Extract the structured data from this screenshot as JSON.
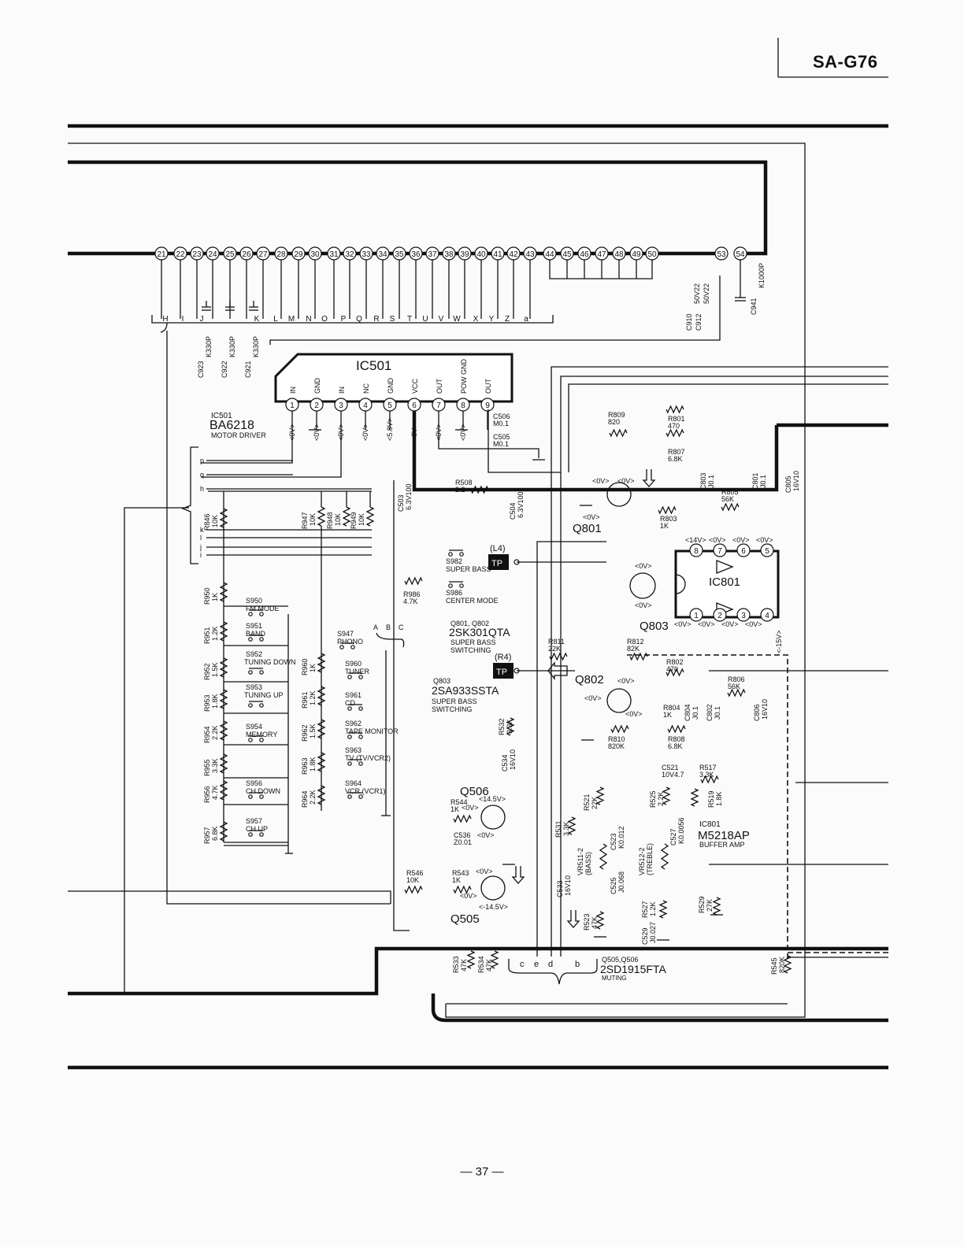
{
  "header": {
    "model": "SA-G76"
  },
  "footer": {
    "page_number": "— 37 —"
  },
  "connector": {
    "pins": [
      "21",
      "22",
      "23",
      "24",
      "25",
      "26",
      "27",
      "28",
      "29",
      "30",
      "31",
      "32",
      "33",
      "34",
      "35",
      "36",
      "37",
      "38",
      "39",
      "40",
      "41",
      "42",
      "43",
      "44",
      "45",
      "46",
      "47",
      "48",
      "49",
      "50",
      "53",
      "54"
    ],
    "letters": [
      "H",
      "I",
      "J",
      "K",
      "L",
      "M",
      "N",
      "O",
      "P",
      "Q",
      "R",
      "S",
      "T",
      "U",
      "V",
      "W",
      "X",
      "Y",
      "Z",
      "a"
    ]
  },
  "ic501": {
    "name": "IC501",
    "part": "BA6218",
    "function": "MOTOR DRIVER",
    "ref_label": "IC501",
    "pin_names": [
      "IN",
      "GND",
      "IN",
      "NC",
      "GND",
      "VCC",
      "OUT",
      "POW GND",
      "OUT"
    ],
    "pin_numbers": [
      "1",
      "2",
      "3",
      "4",
      "5",
      "6",
      "7",
      "8",
      "9"
    ],
    "pin_voltages": [
      "<0V>",
      "<0V>",
      "<0V>",
      "<0V>",
      "<5.8V>",
      "<0V>",
      "<0V>",
      "<0V>"
    ]
  },
  "ic801": {
    "name": "IC801",
    "part": "M5218AP",
    "function": "BUFFER AMP",
    "ref_label": "IC801",
    "top_pins": [
      "8",
      "7",
      "6",
      "5"
    ],
    "bottom_pins": [
      "1",
      "2",
      "3",
      "4"
    ],
    "top_voltages": [
      "<14V>",
      "<0V>",
      "<0V>",
      "<0V>"
    ],
    "bottom_voltages": [
      "<0V>",
      "<0V>",
      "<0V>",
      "<0V>"
    ],
    "side_voltage": "<-15V>"
  },
  "transistors": {
    "q801": "Q801",
    "q802": "Q802",
    "q803": "Q803",
    "q505": "Q505",
    "q506": "Q506",
    "q801_802_ref": "Q801, Q802",
    "q801_802_part": "2SK301QTA",
    "q801_802_fn1": "SUPER BASS",
    "q801_802_fn2": "SWITCHING",
    "q803_ref": "Q803",
    "q803_part": "2SA933SSTA",
    "q803_fn1": "SUPER BASS",
    "q803_fn2": "SWITCHING",
    "q505_506_ref": "Q505,Q506",
    "q505_506_part": "2SD1915FTA",
    "q505_506_fn": "MUTING"
  },
  "switches": [
    {
      "ref": "S950",
      "label": "FM MODE"
    },
    {
      "ref": "S951",
      "label": "BAND"
    },
    {
      "ref": "S952",
      "label": "TUNING DOWN"
    },
    {
      "ref": "S953",
      "label": "TUNING UP"
    },
    {
      "ref": "S954",
      "label": "MEMORY"
    },
    {
      "ref": "S956",
      "label": "CH DOWN"
    },
    {
      "ref": "S957",
      "label": "CH UP"
    },
    {
      "ref": "S947",
      "label": "PHONO"
    },
    {
      "ref": "S960",
      "label": "TUNER"
    },
    {
      "ref": "S961",
      "label": "CD"
    },
    {
      "ref": "S962",
      "label": "TAPE MONITOR"
    },
    {
      "ref": "S963",
      "label": "TV (TV/VCR2)"
    },
    {
      "ref": "S964",
      "label": "VCR (VCR1)"
    },
    {
      "ref": "S982",
      "label": "SUPER BASS"
    },
    {
      "ref": "S986",
      "label": "CENTER MODE"
    }
  ],
  "resistor_ladder_left": [
    {
      "ref": "R846",
      "value": "10K"
    },
    {
      "ref": "R950",
      "value": "1K"
    },
    {
      "ref": "R951",
      "value": "1.2K"
    },
    {
      "ref": "R952",
      "value": "1.5K"
    },
    {
      "ref": "R953",
      "value": "1.8K"
    },
    {
      "ref": "R954",
      "value": "2.2K"
    },
    {
      "ref": "R955",
      "value": "3.3K"
    },
    {
      "ref": "R956",
      "value": "4.7K"
    },
    {
      "ref": "R957",
      "value": "6.8K"
    }
  ],
  "resistor_ladder_mid": [
    {
      "ref": "R947",
      "value": "10K"
    },
    {
      "ref": "R948",
      "value": "10K"
    },
    {
      "ref": "R949",
      "value": "10K"
    },
    {
      "ref": "R960",
      "value": "1K"
    },
    {
      "ref": "R961",
      "value": "1.2K"
    },
    {
      "ref": "R962",
      "value": "1.5K"
    },
    {
      "ref": "R963",
      "value": "1.8K"
    },
    {
      "ref": "R964",
      "value": "2.2K"
    }
  ],
  "top_caps": [
    {
      "ref": "C923",
      "value": "K330P"
    },
    {
      "ref": "C922",
      "value": "K330P"
    },
    {
      "ref": "C921",
      "value": "K330P"
    },
    {
      "ref": "C910",
      "value": "50V22"
    },
    {
      "ref": "C912",
      "value": "50V22"
    },
    {
      "ref": "C941",
      "value": "K1000P"
    }
  ],
  "components": [
    {
      "ref": "C506",
      "value": "M0.1"
    },
    {
      "ref": "C505",
      "value": "M0.1"
    },
    {
      "ref": "C503",
      "value": "6.3V100"
    },
    {
      "ref": "C504",
      "value": "6.3V100"
    },
    {
      "ref": "R508",
      "value": "2.2"
    },
    {
      "ref": "R809",
      "value": "820"
    },
    {
      "ref": "R801",
      "value": "470"
    },
    {
      "ref": "R807",
      "value": "6.8K"
    },
    {
      "ref": "C803",
      "value": "J0.1"
    },
    {
      "ref": "C801",
      "value": "J0.1"
    },
    {
      "ref": "C805",
      "value": "16V10"
    },
    {
      "ref": "R805",
      "value": "56K"
    },
    {
      "ref": "R803",
      "value": "1K"
    },
    {
      "ref": "R986",
      "value": "4.7K"
    },
    {
      "ref": "R811",
      "value": "22K"
    },
    {
      "ref": "R812",
      "value": "82K"
    },
    {
      "ref": "R802",
      "value": "470"
    },
    {
      "ref": "R806",
      "value": "56K"
    },
    {
      "ref": "R804",
      "value": "1K"
    },
    {
      "ref": "C804",
      "value": "J0.1"
    },
    {
      "ref": "C802",
      "value": "J0.1"
    },
    {
      "ref": "C806",
      "value": "16V10"
    },
    {
      "ref": "R810",
      "value": "820K"
    },
    {
      "ref": "R808",
      "value": "6.8K"
    },
    {
      "ref": "R532",
      "value": "3.3K"
    },
    {
      "ref": "C534",
      "value": "16V10"
    },
    {
      "ref": "R544",
      "value": "1K"
    },
    {
      "ref": "C536",
      "value": "Z0.01"
    },
    {
      "ref": "R546",
      "value": "10K"
    },
    {
      "ref": "R543",
      "value": "1K"
    },
    {
      "ref": "R531",
      "value": "3.3K"
    },
    {
      "ref": "C533",
      "value": "16V10"
    },
    {
      "ref": "R521",
      "value": "22K"
    },
    {
      "ref": "C521",
      "value": "10V4.7"
    },
    {
      "ref": "R517",
      "value": "3.3K"
    },
    {
      "ref": "R525",
      "value": "2.2K"
    },
    {
      "ref": "R519",
      "value": "1.8K"
    },
    {
      "ref": "C527",
      "value": "K0.0056"
    },
    {
      "ref": "C523",
      "value": "K0.012"
    },
    {
      "ref": "C525",
      "value": "J0.068"
    },
    {
      "ref": "R527",
      "value": "1.2K"
    },
    {
      "ref": "C529",
      "value": "J0.027"
    },
    {
      "ref": "R529",
      "value": "27K"
    },
    {
      "ref": "R523",
      "value": "47K"
    },
    {
      "ref": "R533",
      "value": "47K"
    },
    {
      "ref": "R534",
      "value": "47K"
    },
    {
      "ref": "R545",
      "value": "820K"
    }
  ],
  "controls": [
    {
      "ref": "VR511-2",
      "label": "(BASS)"
    },
    {
      "ref": "VR512-2",
      "label": "(TREBLE)"
    }
  ],
  "test_points": [
    {
      "tag": "TP",
      "ref": "(L4)"
    },
    {
      "tag": "TP",
      "ref": "(R4)"
    }
  ],
  "voltages": {
    "q801_l": "<0V>",
    "q801_r": "<0V>",
    "q801_s": "<0V>",
    "q803_t": "<0V>",
    "q803_b": "<0V>",
    "q802_r": "<0V>",
    "q802_l": "<0V>",
    "q802_b": "<0V>",
    "q506_c": "<14.5V>",
    "q506_b": "<0V>",
    "q506_e": "<0V>",
    "q505_c": "<0V>",
    "q505_b": "<0V>",
    "q505_e": "<-14.5V>"
  },
  "io_labels": {
    "left_bracket": [
      "p",
      "q",
      "h",
      "k",
      "l",
      "j",
      "i"
    ],
    "abc": [
      "A",
      "B",
      "C"
    ],
    "bottom": [
      "c",
      "e",
      "d",
      "b"
    ]
  }
}
